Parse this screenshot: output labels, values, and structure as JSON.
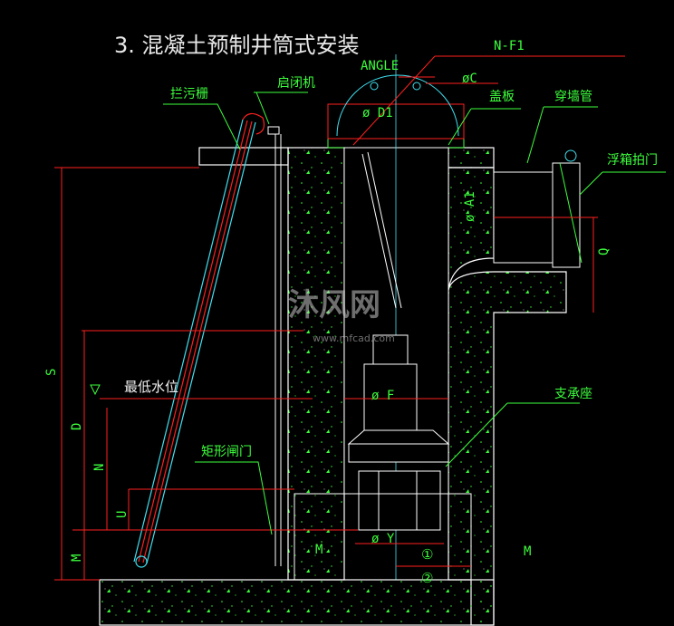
{
  "title": "3. 混凝土预制井筒式安装",
  "labels": {
    "nf1": "N-F1",
    "angle": "ANGLE",
    "phi_c": "øC",
    "phi_d1": "ø   D1",
    "trash_rack": "拦污栅",
    "hoist": "启闭机",
    "cover_plate": "盖板",
    "wall_pipe": "穿墙管",
    "flap_valve": "浮箱拍门",
    "phi_a1": "ø A1",
    "q": "Q",
    "s": "S",
    "d": "D",
    "n": "N",
    "u": "U",
    "m_left": "M",
    "lowest_water_level": "最低水位",
    "phi_f": "ø   F",
    "support_seat": "支承座",
    "rect_gate": "矩形闸门",
    "phi_y": "ø   Y",
    "section_m_left": "M",
    "section_m_right": "M",
    "circle_1": "①",
    "circle_2": "②"
  },
  "watermark": {
    "logo": "沐风网",
    "url": "www.mfcad.com"
  },
  "colors": {
    "background": "#000000",
    "concrete": "#ffffff",
    "dimension": "#ff2020",
    "leader": "#3cff3c",
    "centerline": "#40e0f0"
  }
}
